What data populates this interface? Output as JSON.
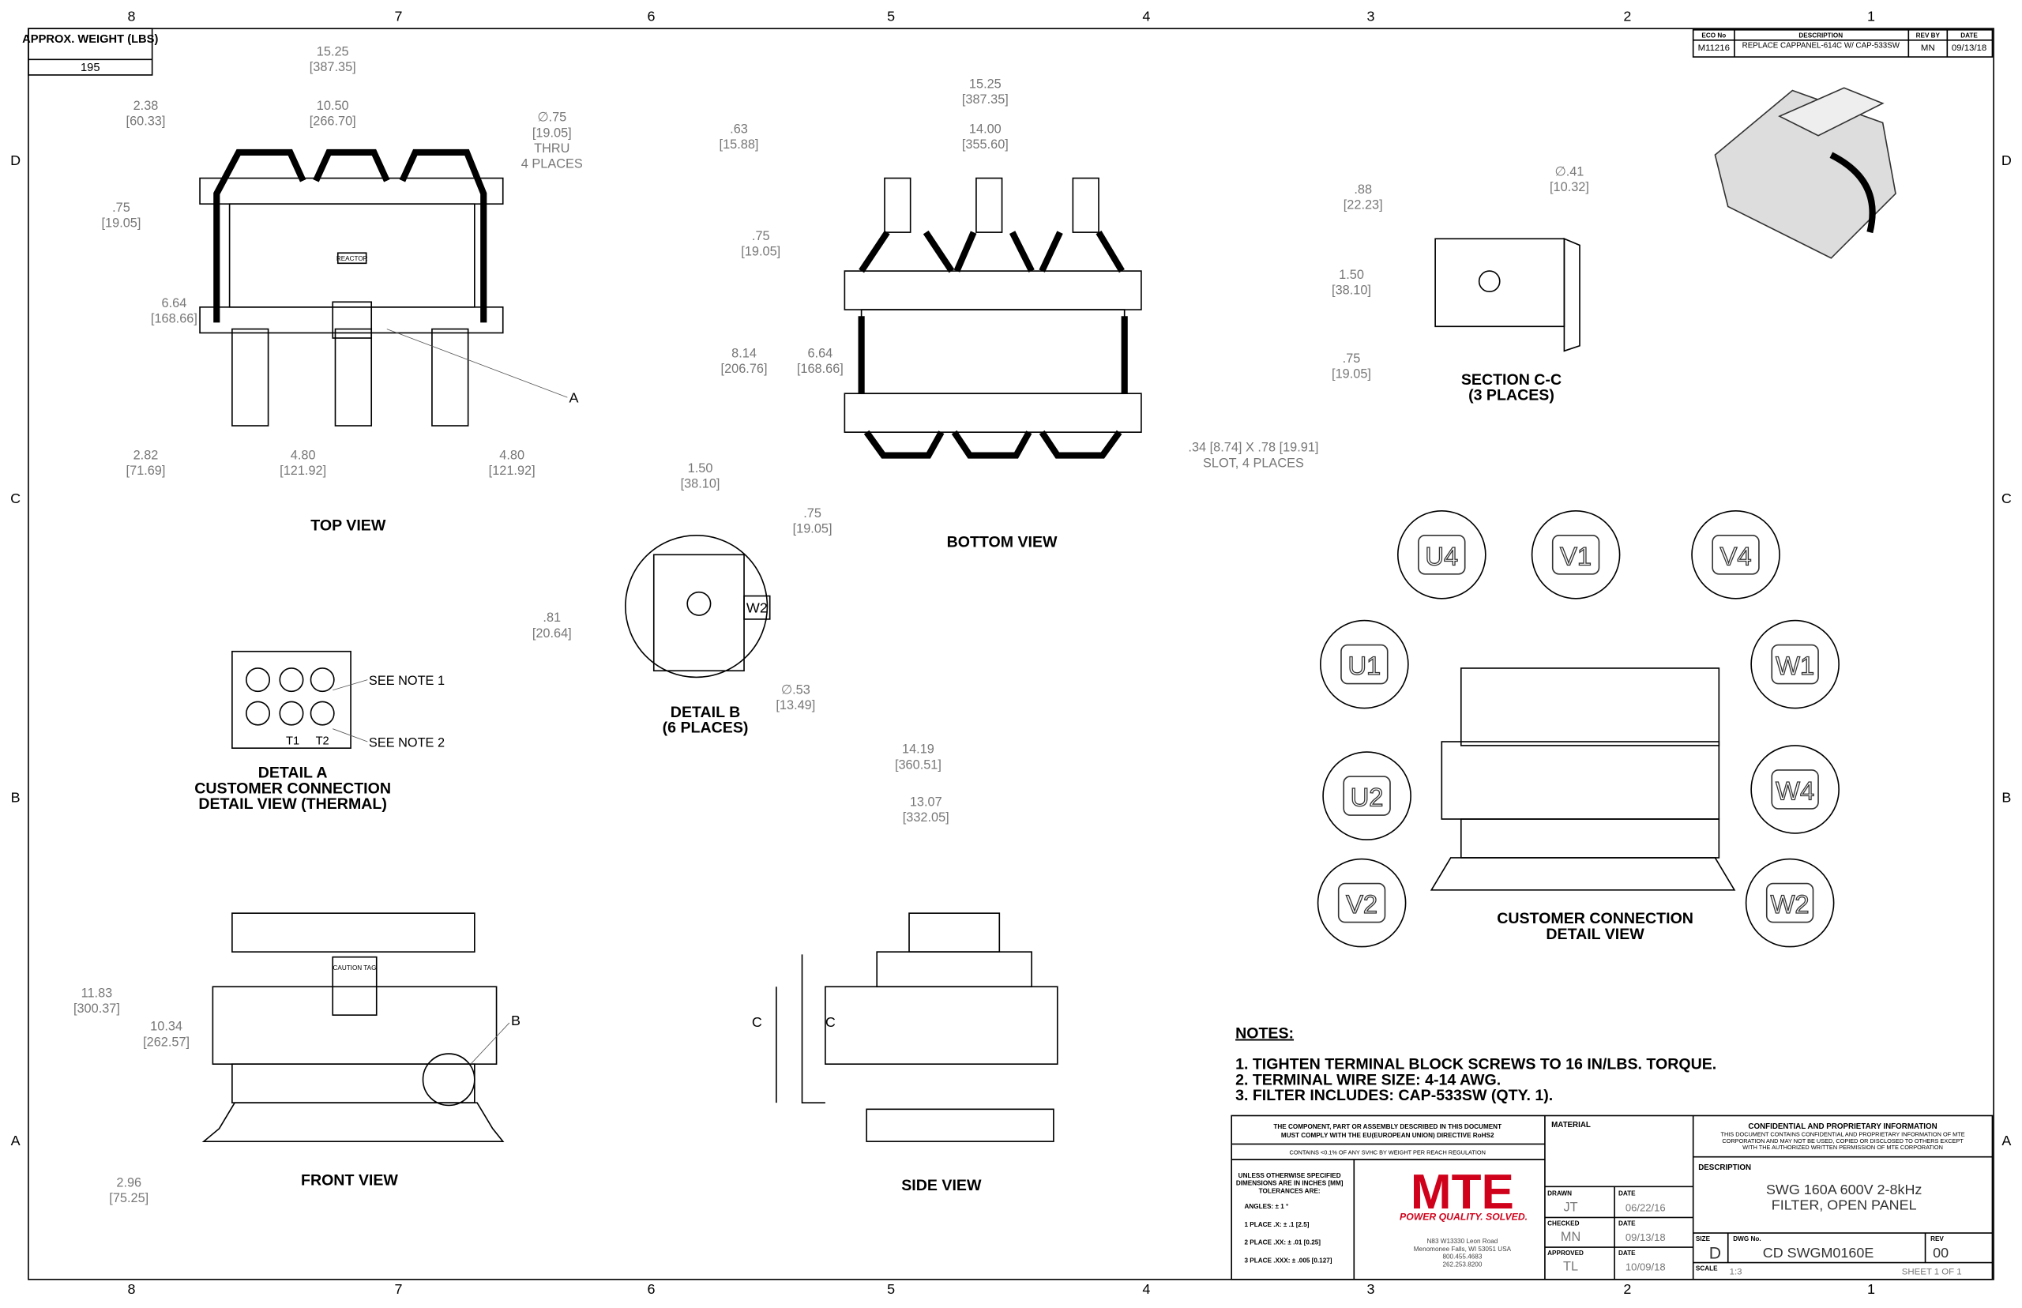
{
  "weight": {
    "label": "APPROX. WEIGHT (LBS)",
    "value": "195"
  },
  "revision": {
    "headers": [
      "ECO No",
      "DESCRIPTION",
      "REV BY",
      "DATE"
    ],
    "row": [
      "M11216",
      "REPLACE CAPPANEL-614C W/ CAP-533SW",
      "MN",
      "09/13/18"
    ]
  },
  "zones": {
    "cols": [
      "8",
      "7",
      "6",
      "5",
      "4",
      "3",
      "2",
      "1"
    ],
    "rows": [
      "D",
      "C",
      "B",
      "A"
    ]
  },
  "views": {
    "top": "TOP VIEW",
    "bottom": "BOTTOM VIEW",
    "section": [
      "SECTION C-C",
      "(3 PLACES)"
    ],
    "detail_b": [
      "DETAIL B",
      "(6 PLACES)"
    ],
    "detail_a": [
      "DETAIL A",
      "CUSTOMER CONNECTION",
      "DETAIL VIEW (THERMAL)"
    ],
    "customer": [
      "CUSTOMER CONNECTION",
      "DETAIL VIEW"
    ],
    "front": "FRONT VIEW",
    "side": "SIDE VIEW"
  },
  "callouts": {
    "a": "A",
    "b": "B",
    "c": "C",
    "see_note_1": "SEE NOTE 1",
    "see_note_2": "SEE NOTE 2",
    "t1": "T1",
    "t2": "T2",
    "reactor": "REACTOR",
    "caution": "CAUTION TAG",
    "w2": "W2"
  },
  "terminals": [
    "U4",
    "V1",
    "V4",
    "U1",
    "W1",
    "U2",
    "W4",
    "V2",
    "W2"
  ],
  "dims": [
    [
      "15.25",
      "[387.35]"
    ],
    [
      "2.38",
      "[60.33]"
    ],
    [
      "10.50",
      "[266.70]"
    ],
    [
      "∅.75",
      "[19.05]",
      "THRU",
      "4 PLACES"
    ],
    [
      ".75",
      "[19.05]"
    ],
    [
      "6.64",
      "[168.66]"
    ],
    [
      "2.82",
      "[71.69]"
    ],
    [
      "4.80",
      "[121.92]"
    ],
    [
      "4.80",
      "[121.92]"
    ],
    [
      "15.25",
      "[387.35]"
    ],
    [
      ".63",
      "[15.88]"
    ],
    [
      "14.00",
      "[355.60]"
    ],
    [
      ".75",
      "[19.05]"
    ],
    [
      "8.14",
      "[206.76]"
    ],
    [
      "6.64",
      "[168.66]"
    ],
    [
      ".34 [8.74] X .78 [19.91]",
      "SLOT, 4 PLACES"
    ],
    [
      ".88",
      "[22.23]"
    ],
    [
      "∅.41",
      "[10.32]"
    ],
    [
      "1.50",
      "[38.10]"
    ],
    [
      ".75",
      "[19.05]"
    ],
    [
      "1.50",
      "[38.10]"
    ],
    [
      ".75",
      "[19.05]"
    ],
    [
      ".81",
      "[20.64]"
    ],
    [
      "∅.53",
      "[13.49]"
    ],
    [
      "14.19",
      "[360.51]"
    ],
    [
      "13.07",
      "[332.05]"
    ],
    [
      "11.83",
      "[300.37]"
    ],
    [
      "10.34",
      "[262.57]"
    ],
    [
      "2.96",
      "[75.25]"
    ]
  ],
  "notes": {
    "title": "NOTES:",
    "items": [
      "1.  TIGHTEN TERMINAL BLOCK SCREWS TO 16 IN/LBS. TORQUE.",
      "2.  TERMINAL WIRE SIZE: 4-14 AWG.",
      "3.  FILTER INCLUDES: CAP-533SW (QTY. 1)."
    ]
  },
  "title_block": {
    "rohs": [
      "THE COMPONENT, PART OR ASSEMBLY DESCRIBED IN THIS DOCUMENT",
      "MUST COMPLY WITH THE EU(EUROPEAN UNION) DIRECTIVE RoHS2"
    ],
    "reach": "CONTAINS <0.1% OF ANY SVHC BY WEIGHT PER REACH REGULATION",
    "tolerances": [
      "UNLESS OTHERWISE SPECIFIED",
      "DIMENSIONS ARE IN INCHES [MM]",
      "TOLERANCES ARE:",
      "ANGLES: ± 1 °",
      "1 PLACE .X: ± .1 [2.5]",
      "2 PLACE .XX: ± .01 [0.25]",
      "3 PLACE .XXX: ± .005 [0.127]"
    ],
    "logo": "MTE",
    "tagline": "POWER QUALITY. SOLVED.",
    "address": [
      "N83 W13330 Leon Road",
      "Menomonee Falls, WI 53051 USA",
      "800.455.4683",
      "262.253.8200"
    ],
    "material_label": "MATERIAL",
    "drawn_label": "DRAWN",
    "drawn": "JT",
    "drawn_date": "06/22/16",
    "checked_label": "CHECKED",
    "checked": "MN",
    "checked_date": "09/13/18",
    "approved_label": "APPROVED",
    "approved": "TL",
    "approved_date": "10/09/18",
    "date_label": "DATE",
    "confidential_title": "CONFIDENTIAL AND PROPRIETARY INFORMATION",
    "confidential": [
      "THIS DOCUMENT CONTAINS CONFIDENTIAL AND PROPRIETARY INFORMATION OF MTE",
      "CORPORATION AND MAY NOT BE USED, COPIED OR DISCLOSED TO OTHERS EXCEPT",
      "WITH THE AUTHORIZED WRITTEN PERMISSION OF MTE CORPORATION"
    ],
    "description_label": "DESCRIPTION",
    "description": [
      "SWG 160A 600V 2-8kHz",
      "FILTER, OPEN PANEL"
    ],
    "size_label": "SIZE",
    "size": "D",
    "dwg_label": "DWG No.",
    "dwg": "CD SWGM0160E",
    "rev_label": "REV",
    "rev": "00",
    "scale_label": "SCALE",
    "scale": "1:3",
    "sheet": "SHEET 1  OF 1"
  },
  "colors": {
    "brand": "#d0021b"
  }
}
